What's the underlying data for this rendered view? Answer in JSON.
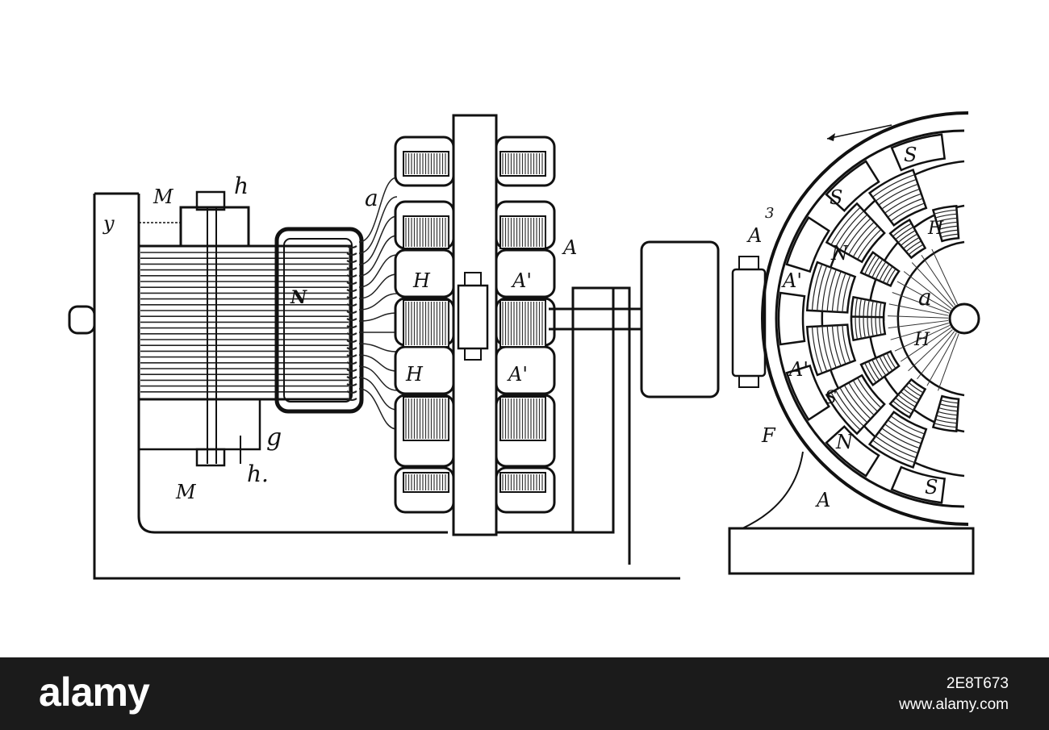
{
  "labels": {
    "y": "y",
    "M_top": "M",
    "h_top": "h",
    "a": "a",
    "A_right": "A",
    "N_core": "N",
    "H_upper": "H",
    "A1_upper": "A'",
    "H_lower": "H",
    "A1_lower": "A'",
    "g": "g",
    "M_bottom": "M",
    "h_bottom": "h.",
    "A3": "A",
    "A3_sup": "3",
    "S_top_right": "S",
    "S_top": "S",
    "N_ring_upper": "N",
    "A1_ring_upper": "A'",
    "A1_ring_lower": "A'",
    "a_center": "a",
    "H_ring_upper": "H",
    "H_ring_lower": "H",
    "S_ring_lower": "S",
    "F": "F",
    "N_ring_lower": "N",
    "A_ring_bottom": "A",
    "S_bottom": "S"
  },
  "footer": {
    "logo": "alamy",
    "image_id": "2E8T673",
    "site": "www.alamy.com"
  }
}
